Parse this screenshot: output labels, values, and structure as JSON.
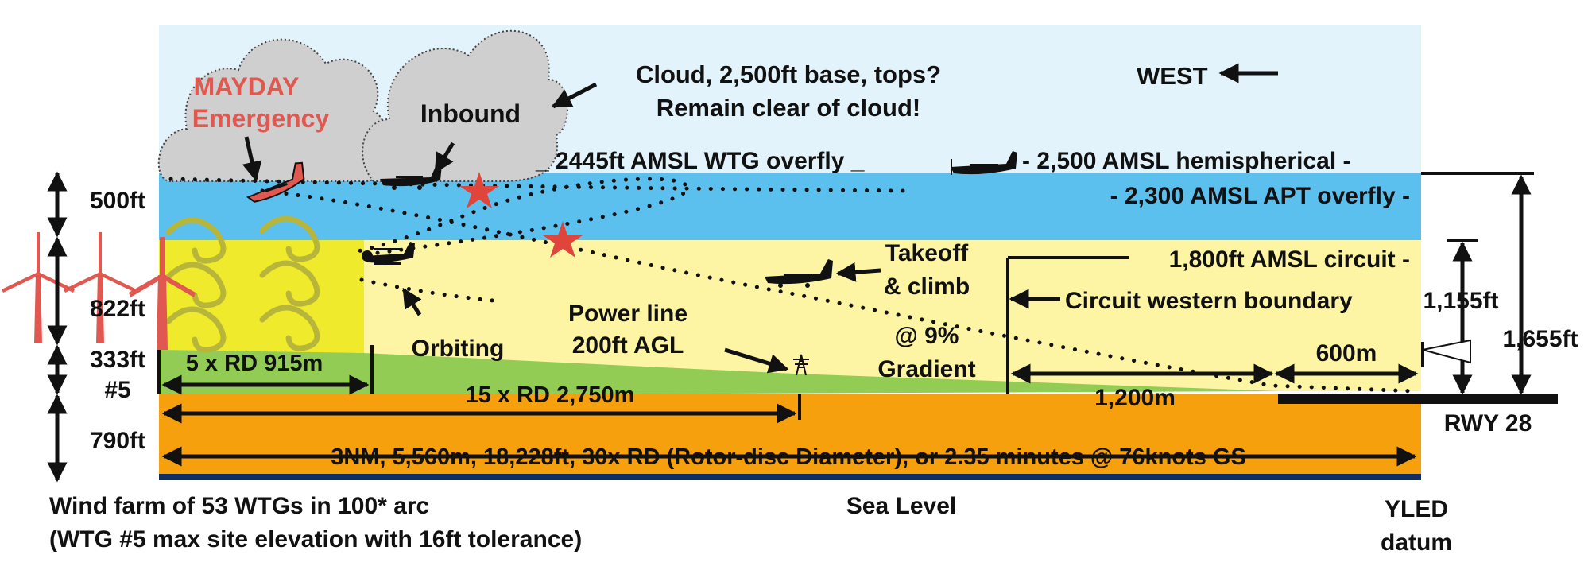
{
  "colors": {
    "sky": "#e3f3fb",
    "band_2300": "#5cc0ef",
    "band_1800": "#fdf5a3",
    "wind_farm_zone": "#f0ea2c",
    "ground_green": "#92cc55",
    "ground_orange": "#f7a00d",
    "sea_line": "#0f2f63",
    "mayday_text": "#e0584f",
    "wtg": "#e0584f",
    "star": "#e0453c",
    "cloud": "#cfcfcf",
    "turbulence": "#b7b53a"
  },
  "labels": {
    "mayday_line1": "MAYDAY",
    "mayday_line2": "Emergency",
    "inbound": "Inbound",
    "cloud_line1": "Cloud, 2,500ft base, tops?",
    "cloud_line2": "Remain clear of cloud!",
    "west": "WEST",
    "wtg_overfly": "_ 2445ft AMSL WTG overfly _",
    "hemispherical": "- 2,500 AMSL hemispherical -",
    "apt_overfly": "- 2,300 AMSL APT overfly -",
    "circuit": "1,800ft AMSL circuit -",
    "takeoff_line1": "Takeoff",
    "takeoff_line2": "& climb",
    "circuit_boundary": "Circuit western boundary",
    "gradient_line1": "@ 9%",
    "gradient_line2": "Gradient",
    "orbiting": "Orbiting",
    "power_line1": "Power line",
    "power_line2": "200ft AGL",
    "rd5": "5 x RD  915m",
    "rd15": "15 x RD  2,750m",
    "distance_1200": "1,200m",
    "distance_600": "600m",
    "bottom_distance": "3NM, 5,560m, 18,228ft, 30x RD (Rotor-disc Diameter), or 2.35 minutes @ 76knots GS",
    "left_500": "500ft",
    "left_822": "822ft",
    "left_333": "333ft",
    "left_wtg5": "#5",
    "left_790": "790ft",
    "right_1155": "1,155ft",
    "right_1655": "1,655ft",
    "rwy": "RWY 28",
    "sea_level": "Sea Level",
    "yled_line1": "YLED",
    "yled_line2": "datum",
    "windfarm_line1": "Wind farm of 53 WTGs in 100* arc",
    "windfarm_line2": "(WTG #5 max site elevation with 16ft tolerance)"
  }
}
